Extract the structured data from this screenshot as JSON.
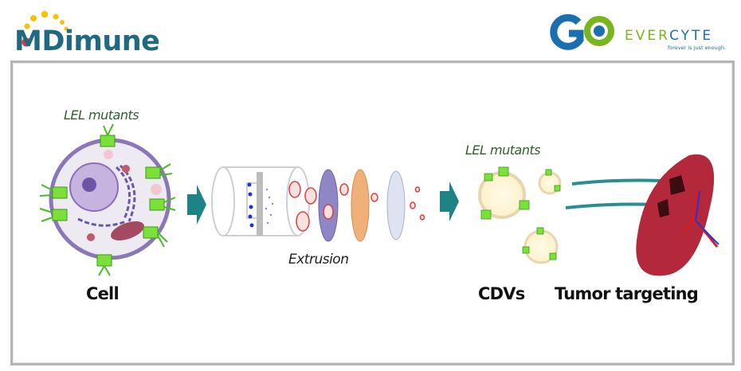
{
  "logos": {
    "left": {
      "name": "MDimune",
      "text": "MDimune",
      "color": "#1f6a80",
      "accent_dot": "#e8343f",
      "dots_color": "#f5c400"
    },
    "right": {
      "mark": "GO",
      "ever": "EVER",
      "cyte": "CYTE",
      "tagline": "forever is just enough.",
      "green": "#7ab51d",
      "blue": "#1a6fb0"
    }
  },
  "diagram": {
    "steps": [
      {
        "id": "cell",
        "label": "Cell",
        "annotation": "LEL mutants"
      },
      {
        "id": "extrusion",
        "label": "Extrusion"
      },
      {
        "id": "cdvs",
        "label": "CDVs",
        "annotation": "LEL mutants"
      },
      {
        "id": "tumor",
        "label": "Tumor targeting"
      }
    ],
    "colors": {
      "arrow": "#1d8384",
      "lel_text": "#2f5f2a",
      "protein": "#7be03a",
      "cell_membrane": "#8a77b8",
      "tumor": "#b3283b",
      "frame": "#b5b5b5"
    }
  }
}
